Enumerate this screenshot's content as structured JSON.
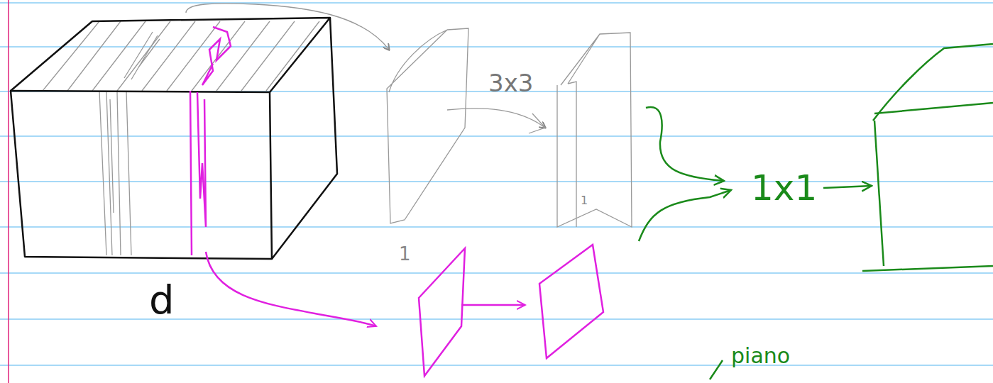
{
  "diagram": {
    "labels": [
      "3x3",
      "1",
      "1",
      "d",
      "1x1",
      "piano"
    ]
  }
}
